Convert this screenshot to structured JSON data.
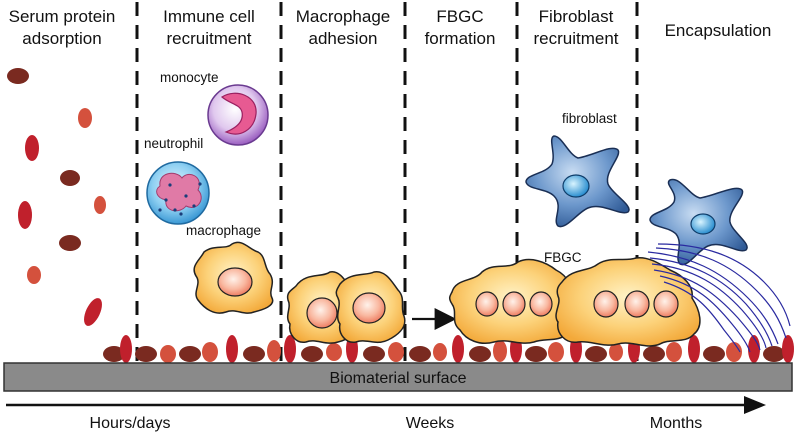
{
  "stages": [
    {
      "line1": "Serum protein",
      "line2": "adsorption"
    },
    {
      "line1": "Immune cell",
      "line2": "recruitment"
    },
    {
      "line1": "Macrophage",
      "line2": "adhesion"
    },
    {
      "line1": "FBGC",
      "line2": "formation"
    },
    {
      "line1": "Fibroblast",
      "line2": "recruitment"
    },
    {
      "line1": "Encapsulation",
      "line2": ""
    }
  ],
  "cells": {
    "monocyte": "monocyte",
    "neutrophil": "neutrophil",
    "macrophage": "macrophage",
    "fibroblast": "fibroblast",
    "fbgc": "FBGC"
  },
  "surface": {
    "label": "Biomaterial surface",
    "color": "#8a8a8a"
  },
  "timeline": {
    "start": "Hours/days",
    "middle": "Weeks",
    "end": "Months"
  },
  "colors": {
    "protein_dark": "#7a2a20",
    "protein_red": "#c0202c",
    "protein_light": "#d4513d",
    "macrophage_fill": "#f8c060",
    "nucleus": "#f4a080",
    "fibroblast_fill": "#4a7ab8",
    "fiber": "#2a2aa0"
  }
}
